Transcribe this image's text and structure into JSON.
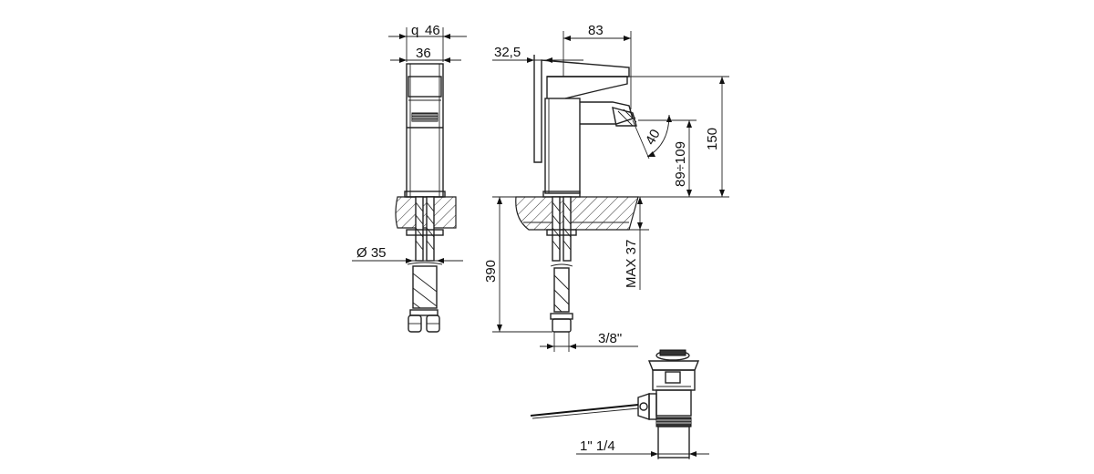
{
  "dimensions": {
    "d_q": "q",
    "d_46": "46",
    "d_36": "36",
    "d_32_5": "32,5",
    "d_83": "83",
    "d_150": "150",
    "d_89_109": "89÷109",
    "d_40": "40",
    "d_phi35": "Ø 35",
    "d_390": "390",
    "d_max37": "MAX 37",
    "d_3_8": "3/8\"",
    "d_1_1_4": "1\" 1/4"
  }
}
